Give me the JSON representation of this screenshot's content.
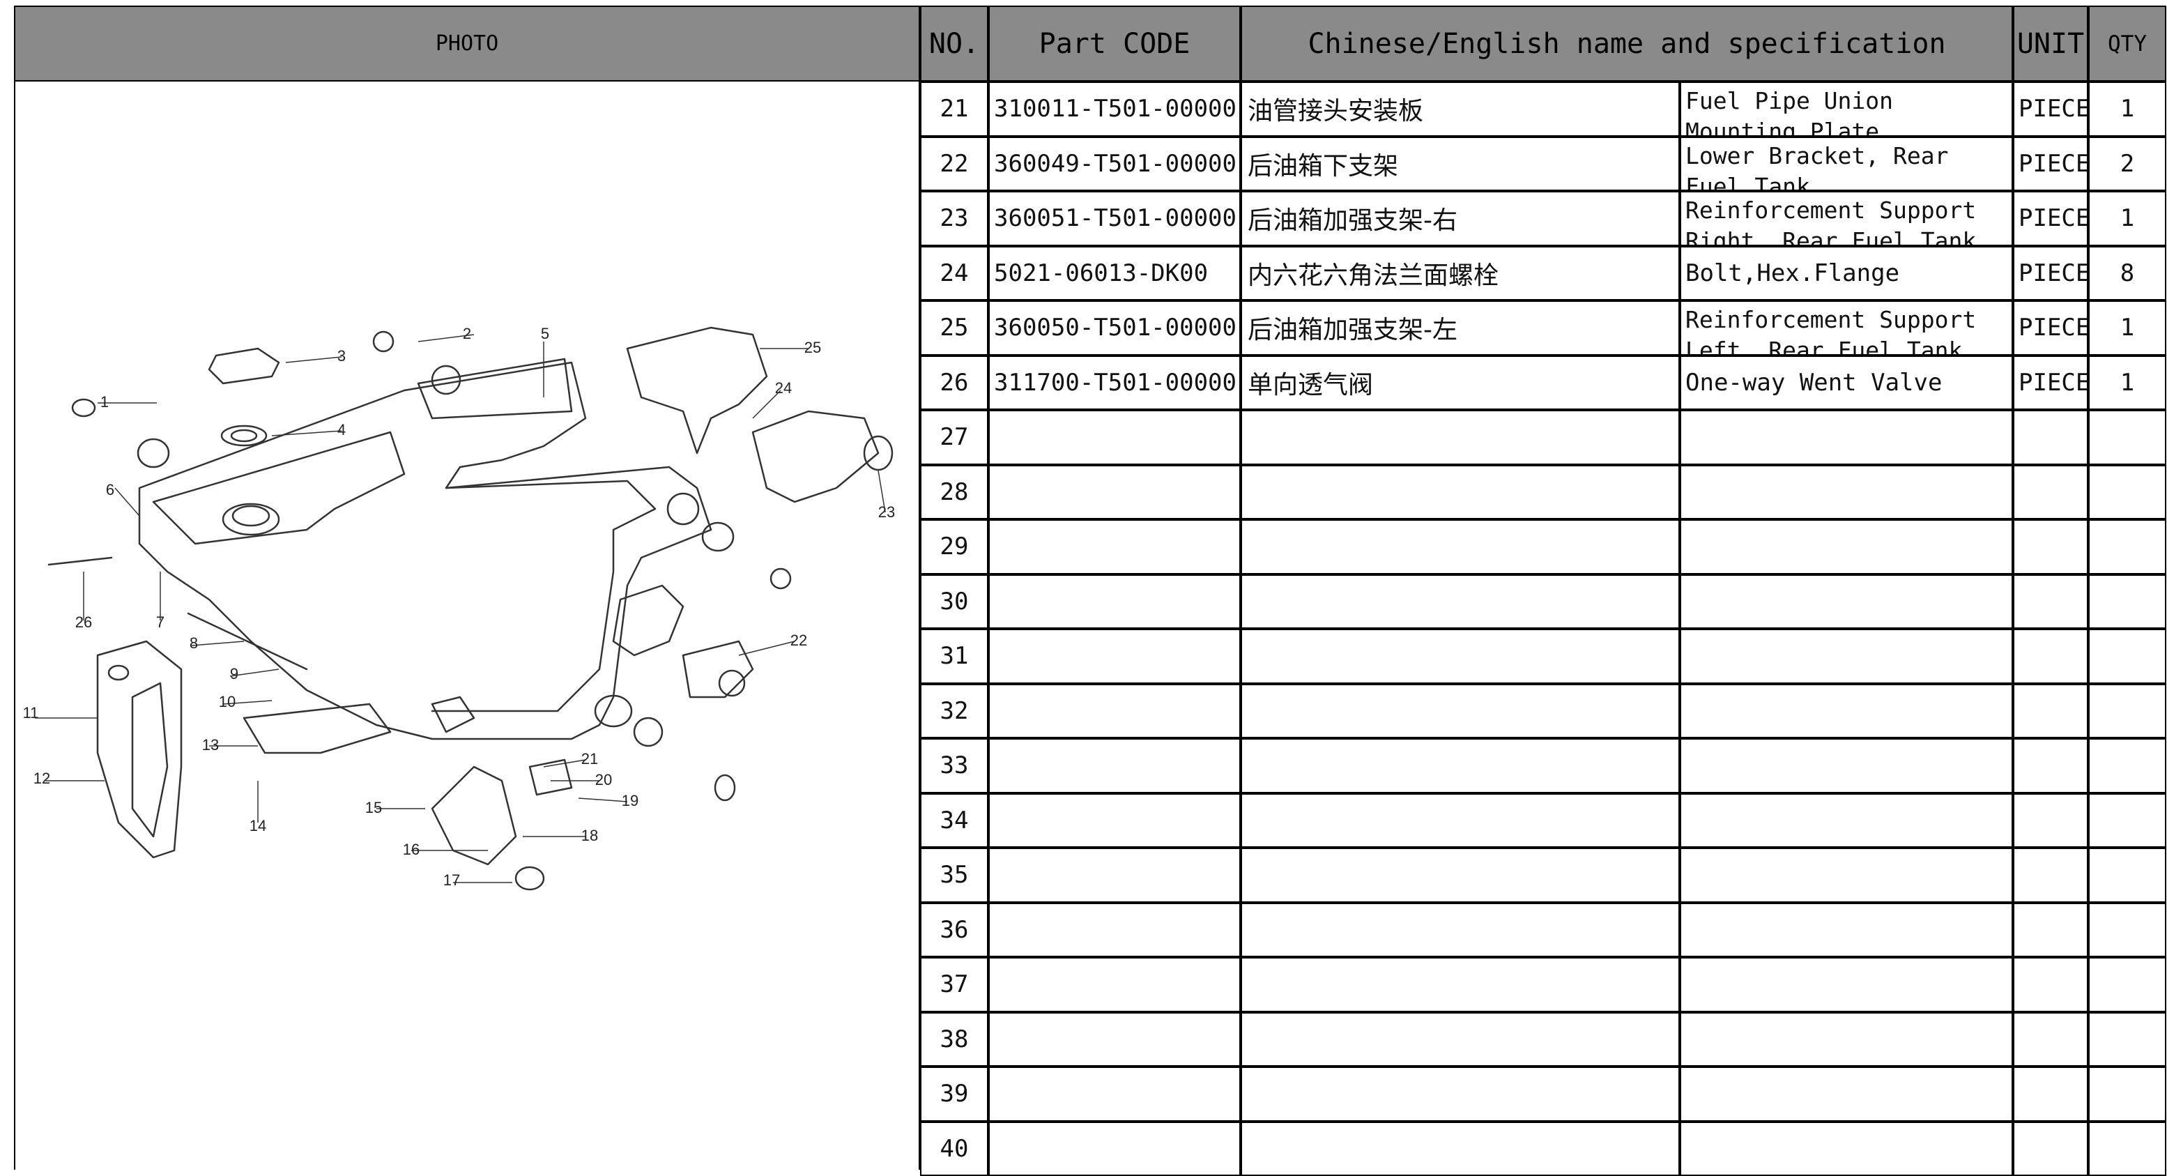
{
  "header": {
    "photo": "PHOTO",
    "no": "NO.",
    "part_code": "Part CODE",
    "name_spec": "Chinese/English name and specification",
    "unit": "UNIT",
    "qty": "QTY"
  },
  "rows": [
    {
      "no": "21",
      "code": "310011-T501-00000",
      "cn": "油管接头安装板",
      "en": "Fuel Pipe Union Mounting Plate",
      "unit": "PIECE",
      "qty": "1"
    },
    {
      "no": "22",
      "code": "360049-T501-00000",
      "cn": "后油箱下支架",
      "en": "Lower Bracket, Rear Fuel Tank",
      "unit": "PIECE",
      "qty": "2"
    },
    {
      "no": "23",
      "code": "360051-T501-00000",
      "cn": "后油箱加强支架-右",
      "en": "Reinforcement  Support Right, Rear Fuel Tank",
      "unit": "PIECE",
      "qty": "1"
    },
    {
      "no": "24",
      "code": "5021-06013-DK00",
      "cn": "内六花六角法兰面螺栓",
      "en": "Bolt,Hex.Flange",
      "unit": "PIECE",
      "qty": "8"
    },
    {
      "no": "25",
      "code": "360050-T501-00000",
      "cn": "后油箱加强支架-左",
      "en": "Reinforcement  Support Left, Rear Fuel Tank",
      "unit": "PIECE",
      "qty": "1"
    },
    {
      "no": "26",
      "code": "311700-T501-00000",
      "cn": "单向透气阀",
      "en": "One-way Went Valve",
      "unit": "PIECE",
      "qty": "1"
    },
    {
      "no": "27",
      "code": "",
      "cn": "",
      "en": "",
      "unit": "",
      "qty": ""
    },
    {
      "no": "28",
      "code": "",
      "cn": "",
      "en": "",
      "unit": "",
      "qty": ""
    },
    {
      "no": "29",
      "code": "",
      "cn": "",
      "en": "",
      "unit": "",
      "qty": ""
    },
    {
      "no": "30",
      "code": "",
      "cn": "",
      "en": "",
      "unit": "",
      "qty": ""
    },
    {
      "no": "31",
      "code": "",
      "cn": "",
      "en": "",
      "unit": "",
      "qty": ""
    },
    {
      "no": "32",
      "code": "",
      "cn": "",
      "en": "",
      "unit": "",
      "qty": ""
    },
    {
      "no": "33",
      "code": "",
      "cn": "",
      "en": "",
      "unit": "",
      "qty": ""
    },
    {
      "no": "34",
      "code": "",
      "cn": "",
      "en": "",
      "unit": "",
      "qty": ""
    },
    {
      "no": "35",
      "code": "",
      "cn": "",
      "en": "",
      "unit": "",
      "qty": ""
    },
    {
      "no": "36",
      "code": "",
      "cn": "",
      "en": "",
      "unit": "",
      "qty": ""
    },
    {
      "no": "37",
      "code": "",
      "cn": "",
      "en": "",
      "unit": "",
      "qty": ""
    },
    {
      "no": "38",
      "code": "",
      "cn": "",
      "en": "",
      "unit": "",
      "qty": ""
    },
    {
      "no": "39",
      "code": "",
      "cn": "",
      "en": "",
      "unit": "",
      "qty": ""
    },
    {
      "no": "40",
      "code": "",
      "cn": "",
      "en": "",
      "unit": "",
      "qty": ""
    }
  ],
  "diagram": {
    "callouts": [
      "1",
      "2",
      "3",
      "4",
      "5",
      "6",
      "7",
      "8",
      "9",
      "10",
      "11",
      "12",
      "13",
      "14",
      "15",
      "16",
      "17",
      "18",
      "19",
      "20",
      "21",
      "22",
      "23",
      "24",
      "25",
      "26"
    ]
  },
  "colors": {
    "header_bg": "#8a8a8a",
    "border": "#000000",
    "line_art": "#333333"
  }
}
